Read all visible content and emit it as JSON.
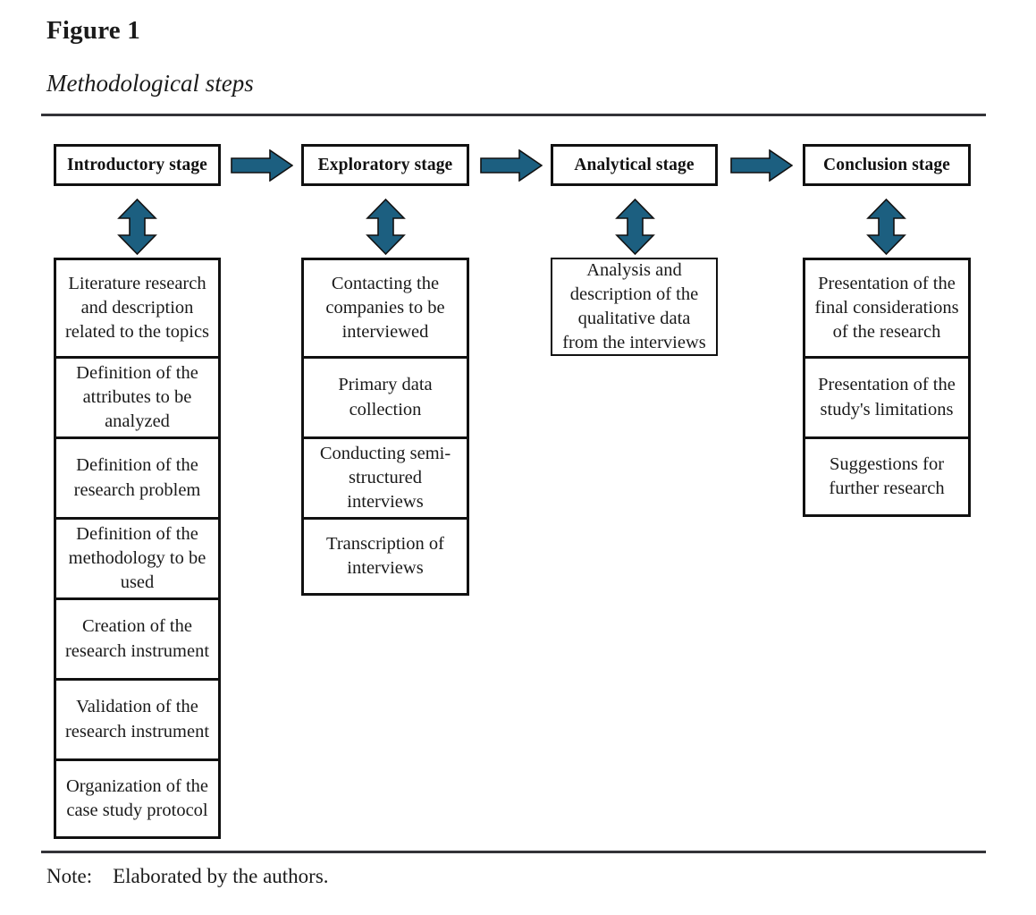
{
  "figure": {
    "label": "Figure 1",
    "caption": "Methodological steps"
  },
  "note": {
    "label": "Note:",
    "text": "Elaborated by the authors."
  },
  "colors": {
    "arrow_fill": "#1c5f80",
    "arrow_stroke": "#111111",
    "box_border": "#111111",
    "rule": "#333338",
    "text": "#1a1a1a",
    "background": "#ffffff"
  },
  "chart_data": {
    "type": "diagram",
    "title": "Methodological steps",
    "orientation": "horizontal-flow-with-vertical-substeps",
    "stages": [
      {
        "name": "Introductory stage",
        "steps": [
          "Literature research and description related to the topics",
          "Definition of the attributes to be analyzed",
          "Definition of the research problem",
          "Definition of the methodology to be used",
          "Creation of the research instrument",
          "Validation of the research instrument",
          "Organization of the case study protocol"
        ]
      },
      {
        "name": "Exploratory stage",
        "steps": [
          "Contacting the companies to be interviewed",
          "Primary data collection",
          "Conducting semi-structured interviews",
          "Transcription of interviews"
        ]
      },
      {
        "name": "Analytical stage",
        "steps": [
          "Analysis and description of the qualitative data from the interviews"
        ]
      },
      {
        "name": "Conclusion stage",
        "steps": [
          "Presentation of the final considerations of the research",
          "Presentation of the study's limitations",
          "Suggestions for further research"
        ]
      }
    ],
    "connectors": {
      "between_stages": "right-arrow",
      "stage_to_steps": "double-headed-vertical-arrow"
    }
  },
  "stages": {
    "s0": {
      "header": "Introductory stage",
      "steps": {
        "i0": "Literature research and description related to the topics",
        "i1": "Definition of the attributes to be analyzed",
        "i2": "Definition of the research problem",
        "i3": "Definition of the methodology to be used",
        "i4": "Creation of the research instrument",
        "i5": "Validation of the research instrument",
        "i6": "Organization of the case study protocol"
      }
    },
    "s1": {
      "header": "Exploratory stage",
      "steps": {
        "i0": "Contacting the companies to be interviewed",
        "i1": "Primary data collection",
        "i2": "Conducting semi-structured interviews",
        "i3": "Transcription of interviews"
      }
    },
    "s2": {
      "header": "Analytical stage",
      "steps": {
        "i0": "Analysis and description of the qualitative data from the interviews"
      }
    },
    "s3": {
      "header": "Conclusion stage",
      "steps": {
        "i0": "Presentation of the final considerations of the research",
        "i1": "Presentation of the study's limitations",
        "i2": "Suggestions for further research"
      }
    }
  }
}
